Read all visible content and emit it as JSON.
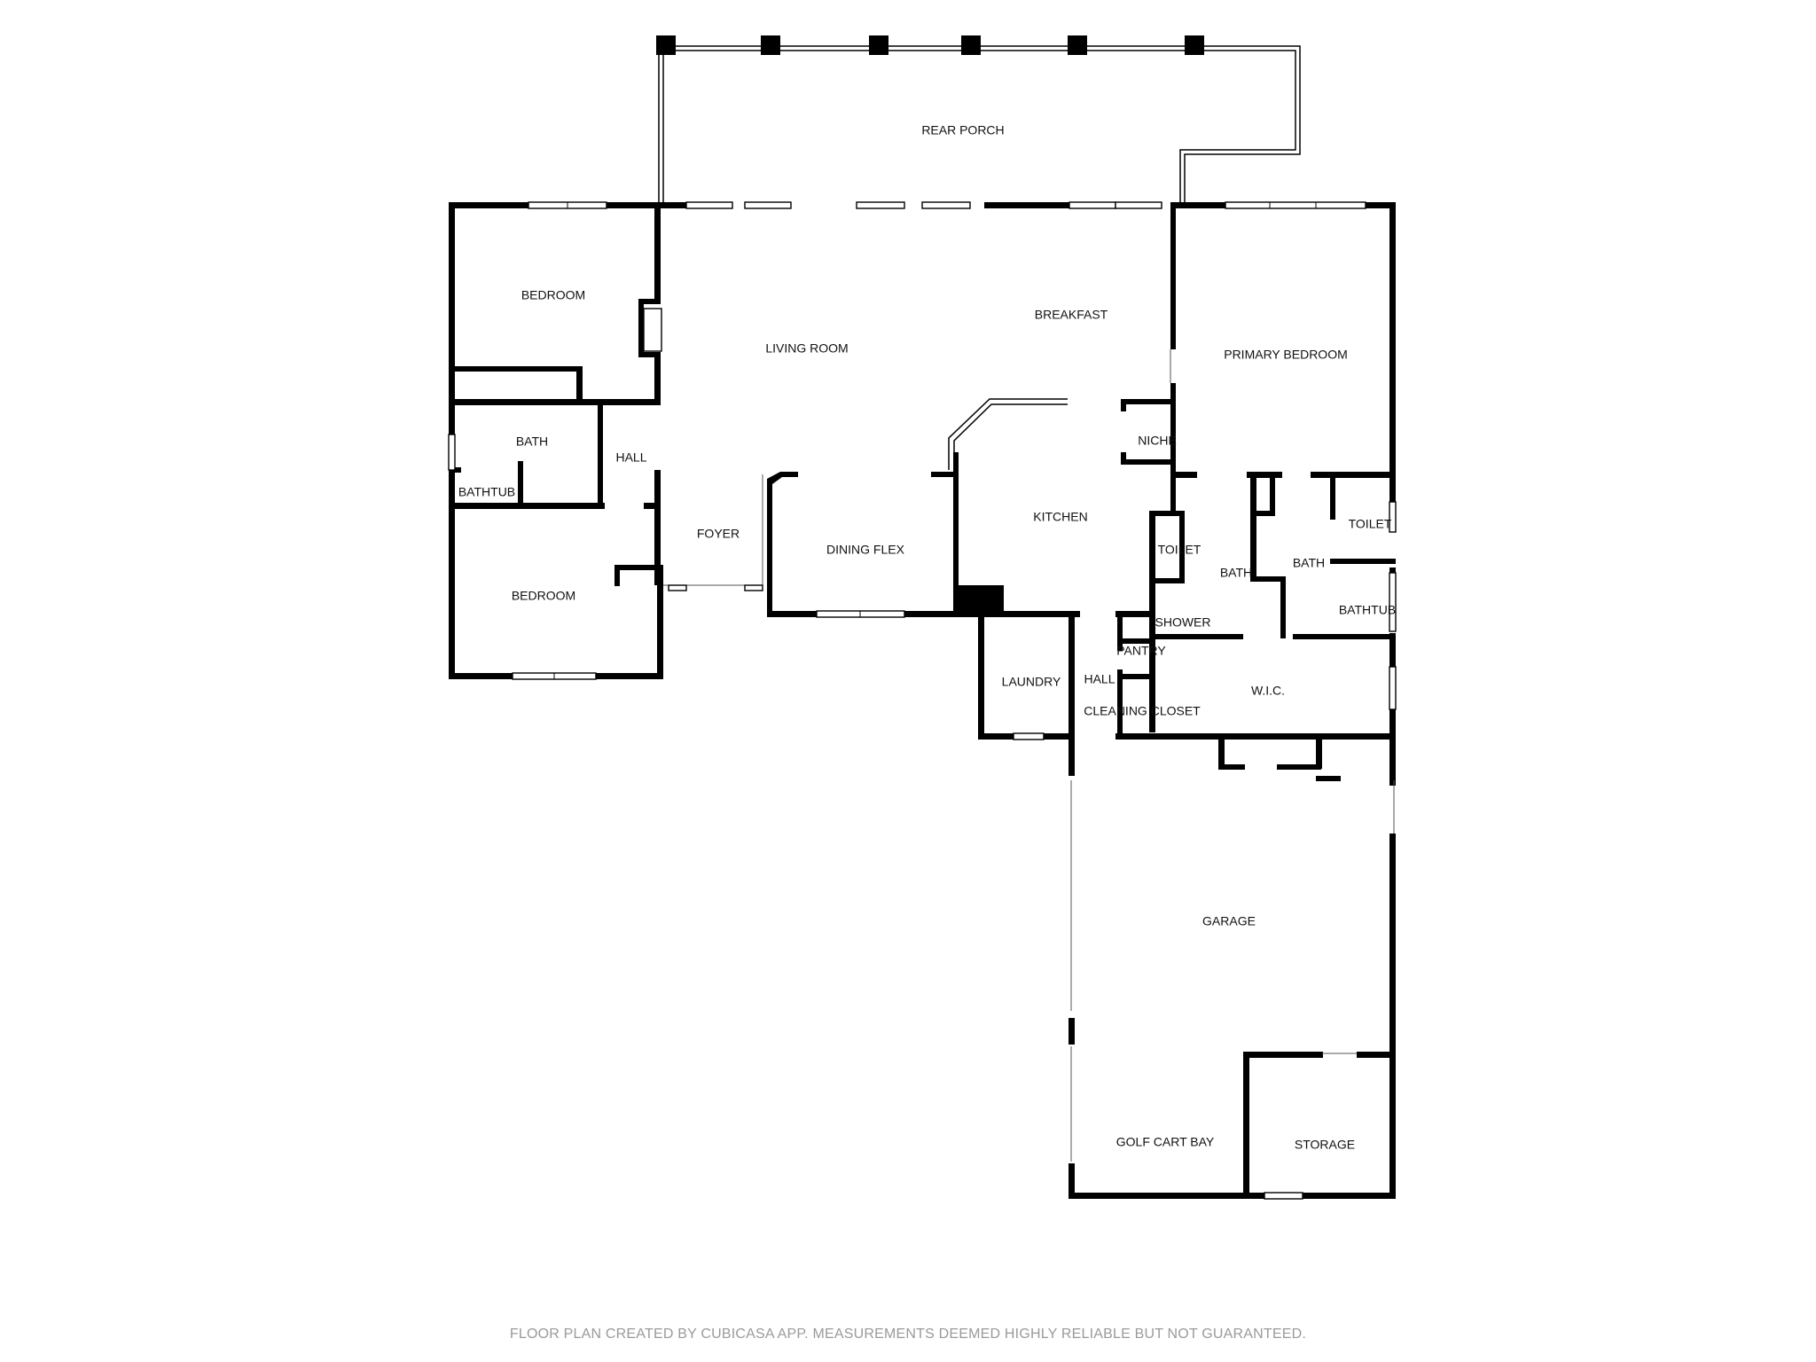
{
  "rooms": {
    "rear_porch": "REAR PORCH",
    "bedroom_1": "BEDROOM",
    "living_room": "LIVING ROOM",
    "breakfast": "BREAKFAST",
    "primary_bedroom": "PRIMARY BEDROOM",
    "bath_1": "BATH",
    "hall_1": "HALL",
    "bathtub_1": "BATHTUB",
    "niche": "NICHE",
    "kitchen": "KITCHEN",
    "toilet_1": "TOILET",
    "toilet_2": "TOILET",
    "foyer": "FOYER",
    "dining_flex": "DINING FLEX",
    "bath_2": "BATH",
    "bath_3": "BATH",
    "bedroom_2": "BEDROOM",
    "bathtub_2": "BATHTUB",
    "shower": "SHOWER",
    "pantry": "PANTRY",
    "laundry": "LAUNDRY",
    "hall_2": "HALL",
    "wic": "W.I.C.",
    "cleaning_closet": "CLEANING CLOSET",
    "garage": "GARAGE",
    "golf_cart_bay": "GOLF CART BAY",
    "storage": "STORAGE"
  },
  "footer": "FLOOR PLAN CREATED BY CUBICASA APP. MEASUREMENTS DEEMED HIGHLY RELIABLE BUT NOT GUARANTEED."
}
